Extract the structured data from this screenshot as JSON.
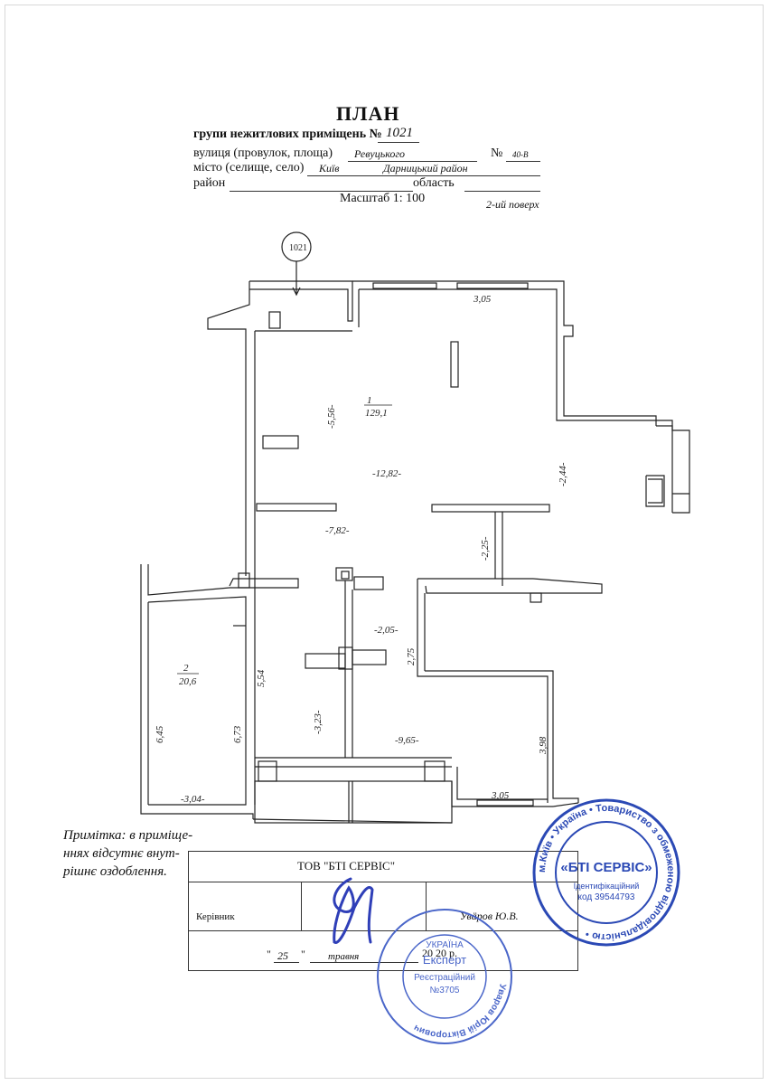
{
  "header": {
    "title": "ПЛАН",
    "group_label": "групи нежитлових приміщень №",
    "group_number": "1021",
    "street_label": "вулиця (провулок, площа)",
    "street_value": "Ревуцького",
    "house_label": "№",
    "house_value": "40-В",
    "city_label": "місто (селище, село)",
    "city_value": "Київ",
    "district_value": "Дарницький район",
    "region_label": "район",
    "oblast_label": "область",
    "scale": "Масштаб 1: 100",
    "floor": "2-ий поверх"
  },
  "plan": {
    "entrance_marker": "1021",
    "room1_number": "1",
    "room1_area": "129,1",
    "room2_number": "2",
    "room2_area": "20,6",
    "dims": {
      "d305_top": "3,05",
      "d556": "-5,56-",
      "d1282": "-12,82-",
      "d244": "-2,44-",
      "d782": "-7,82-",
      "d225": "-2,25-",
      "d205": "-2,05-",
      "d275": "2,75",
      "d554": "5,54",
      "d323": "-3,23-",
      "d965": "-9,65-",
      "d398": "3,98",
      "d645": "6,45",
      "d673": "6,73",
      "d304": "-3,04-",
      "d305_bottom": "3,05"
    }
  },
  "note": "Примітка: в приміще-ннях відсутнє внут-рішнє оздоблення.",
  "table": {
    "company": "ТОВ \"БТІ СЕРВІС\"",
    "role": "Керівник",
    "person": "Увäров Ю.В.",
    "date_day": "25",
    "date_month": "травня",
    "date_year": "20 20 р."
  },
  "stamp_right": {
    "ring_text": "м.Київ • Україна • Товариство з обмеженою відповідальністю •",
    "center_title": "«БТІ СЕРВІС»",
    "id_label": "Ідентифікаційний",
    "id_code": "код 39544793"
  },
  "stamp_left": {
    "country": "УКРАЇНА",
    "role": "Експерт",
    "reg_label": "Реєстраційний",
    "reg_number": "№3705",
    "name": "Уваров Юрій Вікторович"
  }
}
